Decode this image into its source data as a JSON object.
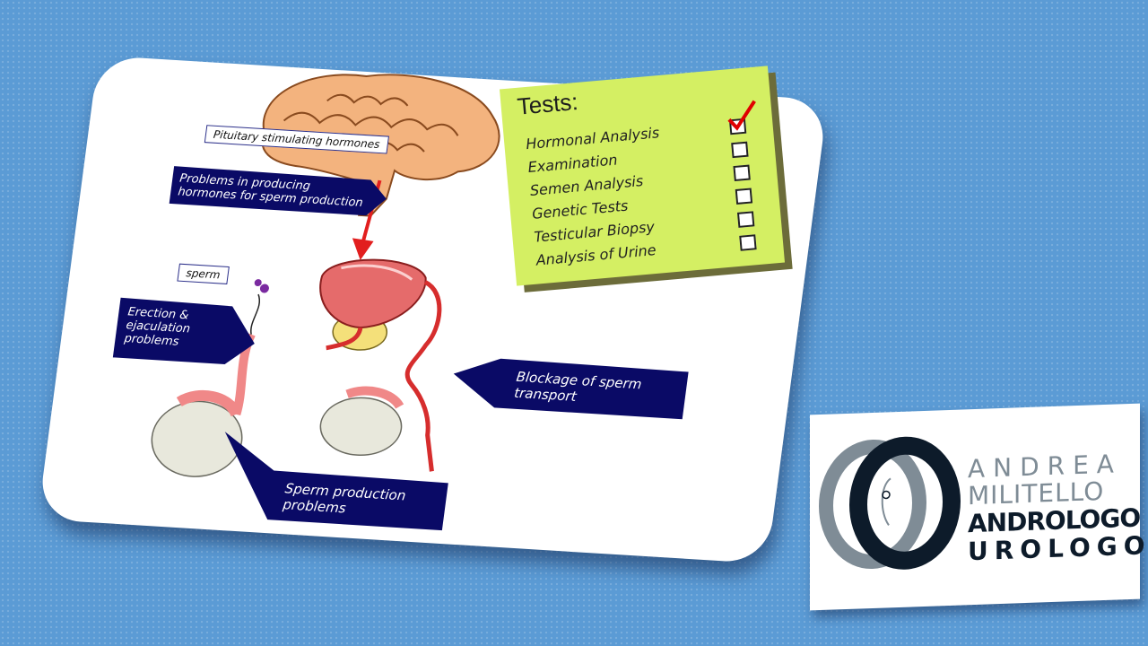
{
  "labels": {
    "pituitary": "Pituitary stimulating hormones",
    "hormone_problems": "Problems in producing\nhormones for sperm production",
    "sperm": "sperm",
    "erection": "Erection &\nejaculation\nproblems",
    "blockage": "Blockage of sperm\ntransport",
    "production": "Sperm production\nproblems"
  },
  "tests": {
    "title": "Tests:",
    "items": [
      {
        "label": "Hormonal Analysis",
        "checked": true
      },
      {
        "label": "Examination",
        "checked": false
      },
      {
        "label": "Semen Analysis",
        "checked": false
      },
      {
        "label": "Genetic Tests",
        "checked": false
      },
      {
        "label": "Testicular Biopsy",
        "checked": false
      },
      {
        "label": "Analysis of Urine",
        "checked": false
      }
    ]
  },
  "logo": {
    "line1": "ANDREA",
    "line2": "MILITELLO",
    "line3": "ANDROLOGO",
    "line4": "UROLOGO"
  },
  "colors": {
    "background": "#5b9bd5",
    "banner": "#0a0a66",
    "note": "#d4ef63",
    "check": "#e00000",
    "arrow": "#e21e1e",
    "logo_dark": "#0d1b2a",
    "logo_light": "#7f8c96"
  }
}
